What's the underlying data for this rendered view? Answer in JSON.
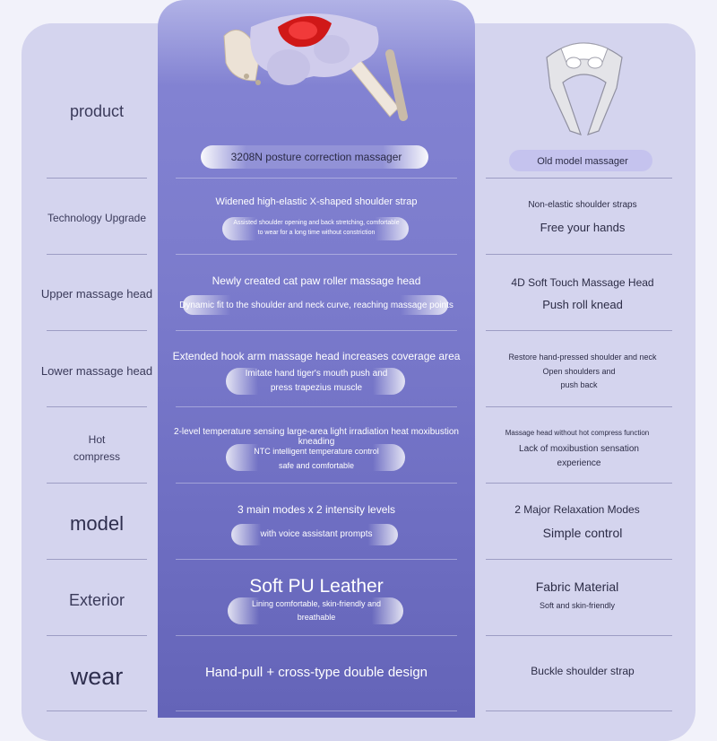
{
  "header": {
    "row_label": "product",
    "new_product_name": "3208N posture correction massager",
    "old_product_name": "Old model massager"
  },
  "rows": [
    {
      "label": "Technology Upgrade",
      "new_title": "Widened high-elastic X-shaped shoulder strap",
      "new_detail_1": "Assisted shoulder opening and back stretching, comfortable",
      "new_detail_2": "to wear for a long time without constriction",
      "old_line_1": "Non-elastic shoulder straps",
      "old_line_2": "Free your hands"
    },
    {
      "label": "Upper massage head",
      "new_title": "Newly created cat paw roller massage head",
      "new_detail": "Dynamic fit to the shoulder and neck curve, reaching massage points",
      "old_line_1": "4D Soft Touch Massage Head",
      "old_line_2": "Push roll knead"
    },
    {
      "label": "Lower massage head",
      "new_title": "Extended hook arm massage head increases coverage area",
      "new_detail_1": "Imitate hand tiger's mouth push and",
      "new_detail_2": "press trapezius muscle",
      "old_line_1": "Restore hand-pressed shoulder and neck",
      "old_line_2": "Open shoulders and",
      "old_line_3": "push back"
    },
    {
      "label_1": "Hot",
      "label_2": "compress",
      "new_title": "2-level temperature sensing large-area light irradiation heat moxibustion kneading",
      "new_detail_1": "NTC intelligent temperature control",
      "new_detail_2": "safe and comfortable",
      "old_line_1": "Massage head without hot compress function",
      "old_line_2": "Lack of moxibustion sensation",
      "old_line_3": "experience"
    },
    {
      "label": "model",
      "new_title": "3 main modes x 2 intensity levels",
      "new_detail": "with voice assistant prompts",
      "old_line_1": "2 Major Relaxation Modes",
      "old_line_2": "Simple control"
    },
    {
      "label": "Exterior",
      "new_title": "Soft PU Leather",
      "new_detail_1": "Lining comfortable, skin-friendly and",
      "new_detail_2": "breathable",
      "old_line_1": "Fabric Material",
      "old_line_2": "Soft and skin-friendly"
    },
    {
      "label": "wear",
      "new_title": "Hand-pull + cross-type double design",
      "old_line_1": "Buckle shoulder strap"
    }
  ],
  "colors": {
    "page_bg": "#f2f2fa",
    "outer_panel": "#d4d4ee",
    "center_panel_top": "#b1b2e6",
    "center_panel_bottom": "#6464b8",
    "heat_glow": "#d01818",
    "label_text": "#3a3a5a"
  },
  "icons": {
    "new_product_image": "posture-massager-image",
    "old_product_image": "old-massager-image"
  }
}
